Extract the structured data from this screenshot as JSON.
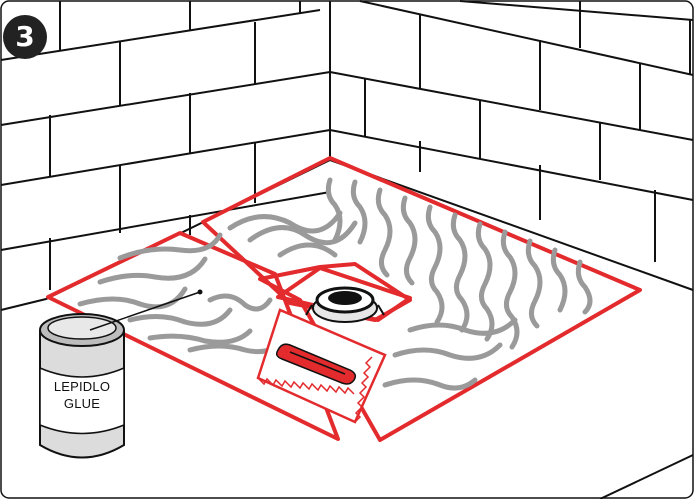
{
  "step": {
    "number": "3"
  },
  "glue_can": {
    "label_line1": "LEPIDLO",
    "label_line2": "GLUE"
  },
  "colors": {
    "outline": "#111111",
    "membrane": "#e32b2e",
    "adhesive": "#9a9a9a",
    "can_fill": "#dcdcdc",
    "badge": "#222222"
  },
  "icons": {
    "drain": "floor-drain-icon",
    "trowel": "notched-trowel-icon",
    "can": "glue-can-icon"
  }
}
